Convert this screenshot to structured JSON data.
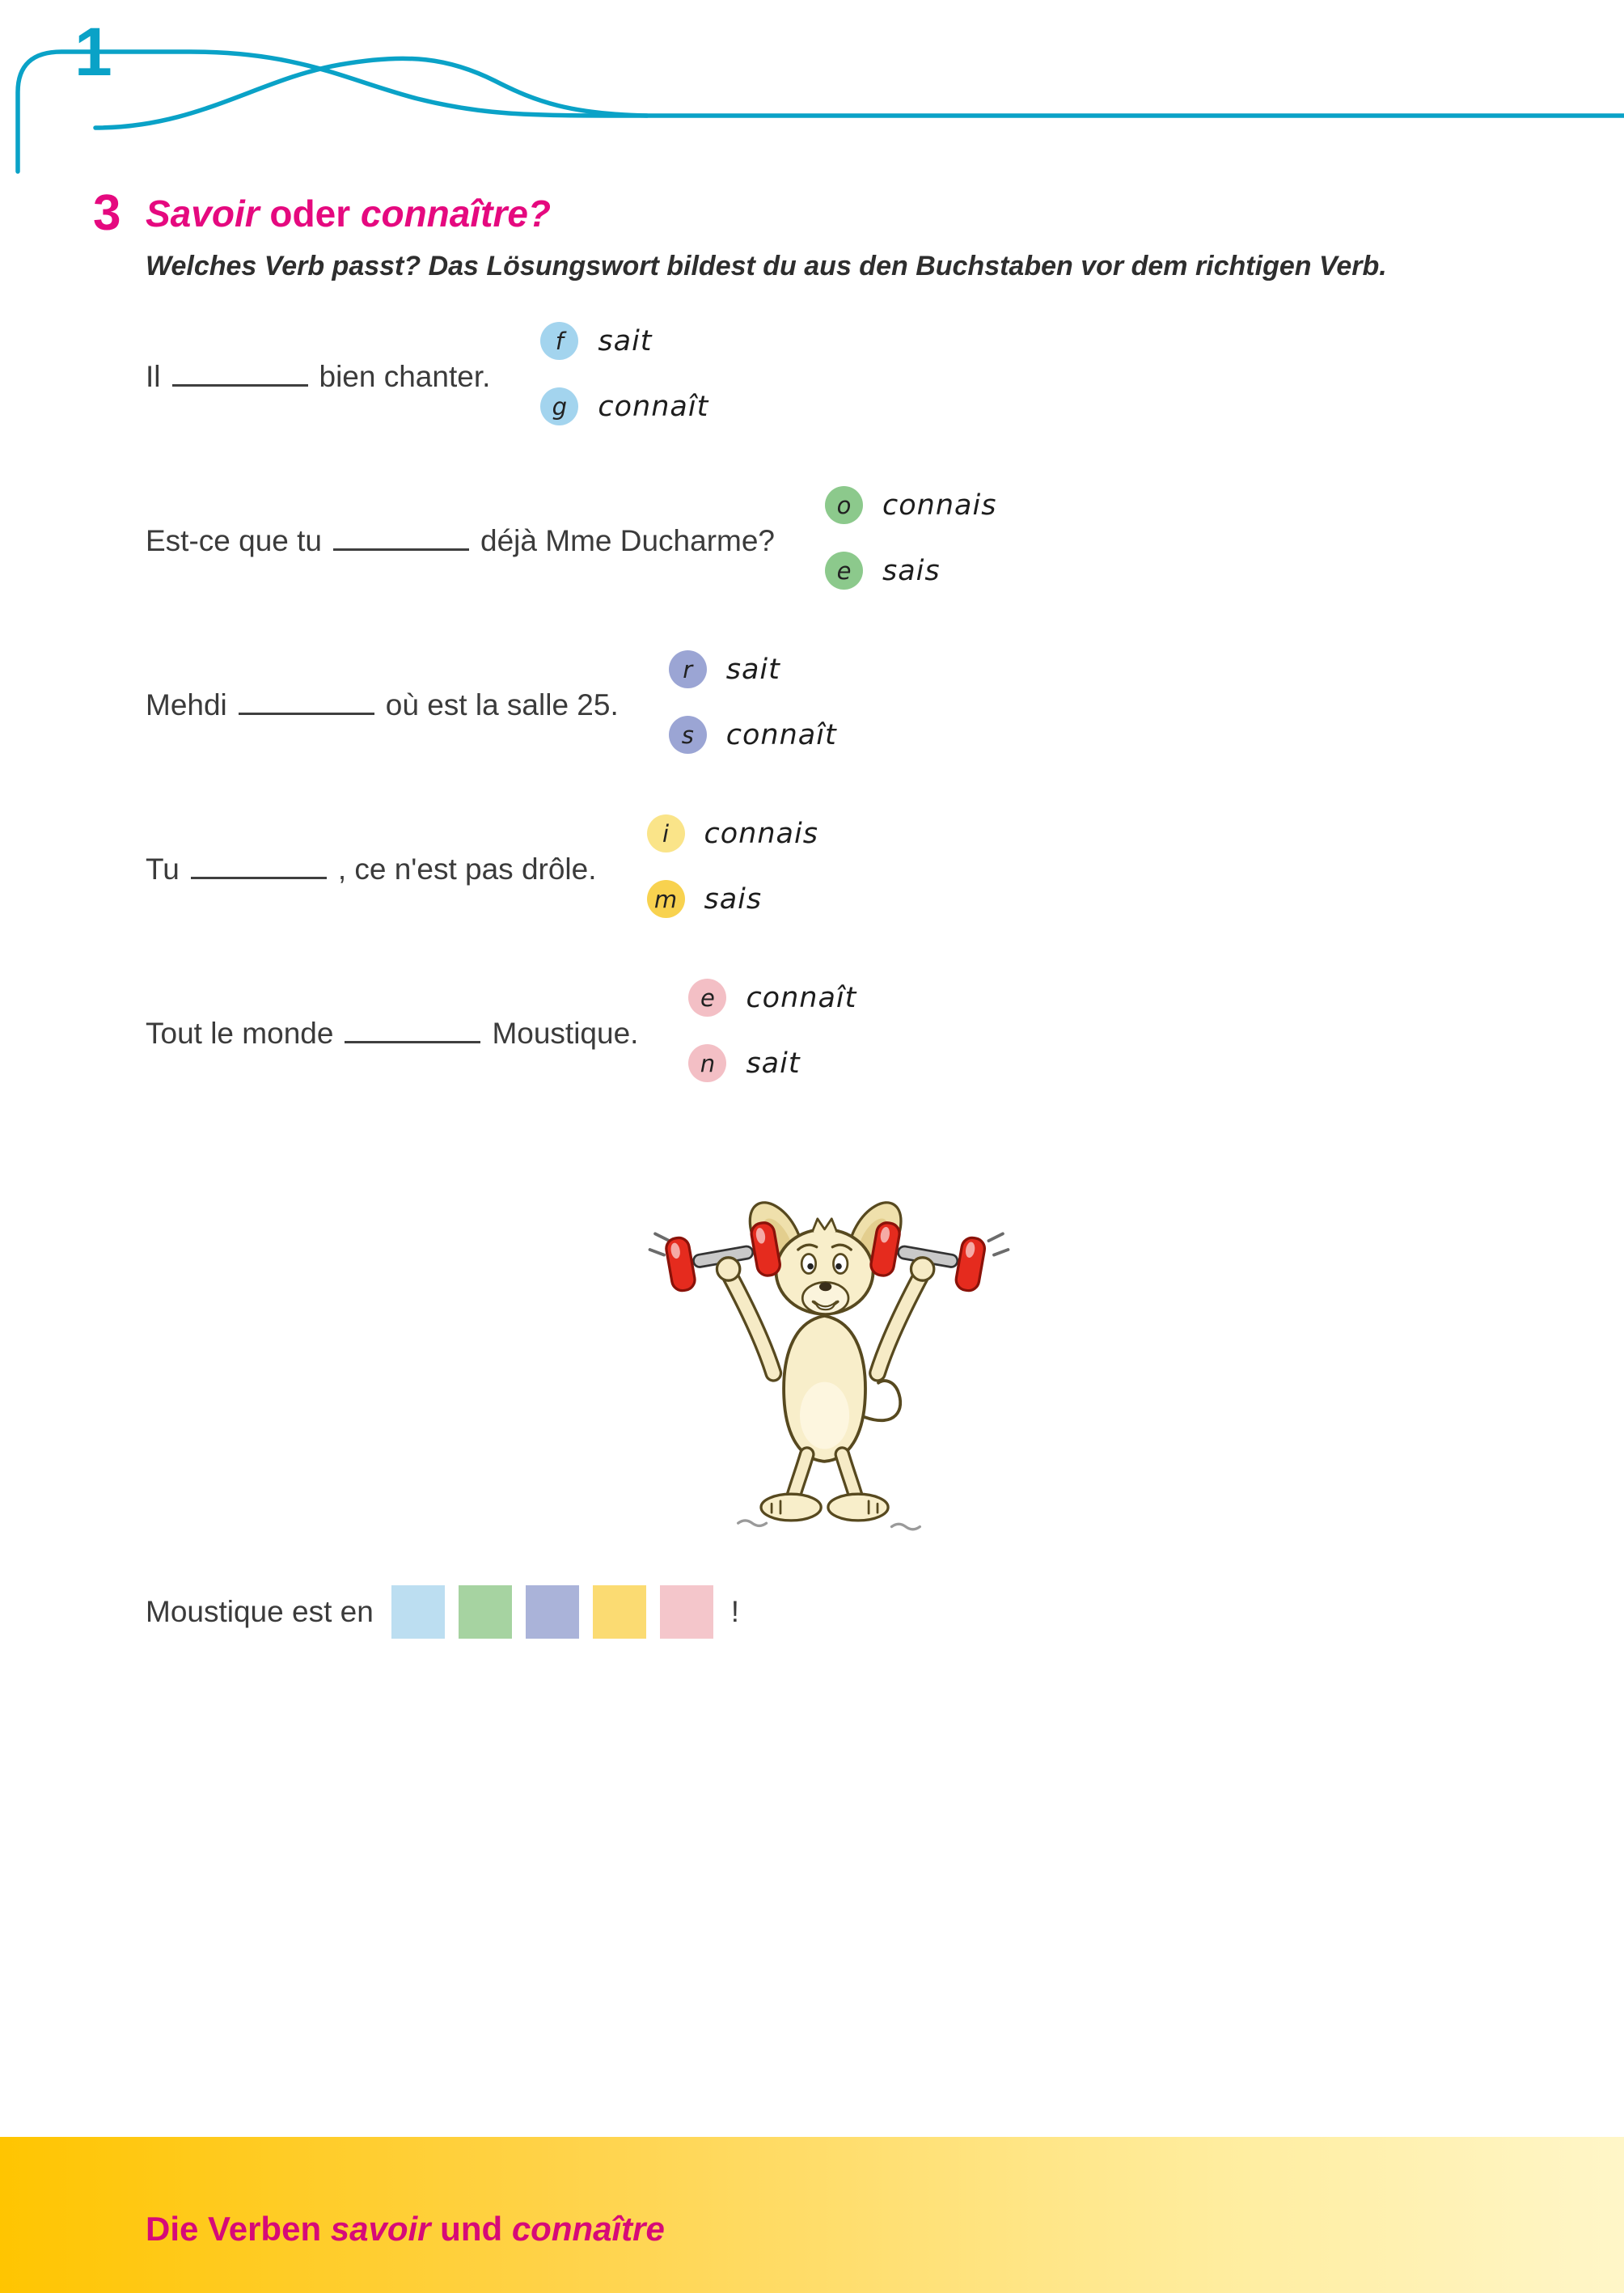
{
  "unit": {
    "number": "1"
  },
  "exercise": {
    "number": "3",
    "title_lead": "Savoir",
    "title_mid": " oder ",
    "title_tail": "connaître?",
    "instruction": "Welches Verb passt? Das Lösungswort bildest du aus den Buchstaben vor dem richtigen Verb."
  },
  "questions": [
    {
      "pre": "Il",
      "post": "bien chanter.",
      "options": [
        {
          "letter": "f",
          "word": "sait",
          "color": "#a3d4ee"
        },
        {
          "letter": "g",
          "word": "connaît",
          "color": "#a3d4ee"
        }
      ]
    },
    {
      "pre": "Est-ce que tu",
      "post": "déjà Mme Ducharme?",
      "options": [
        {
          "letter": "o",
          "word": "connais",
          "color": "#8cc98c"
        },
        {
          "letter": "e",
          "word": "sais",
          "color": "#8cc98c"
        }
      ]
    },
    {
      "pre": "Mehdi",
      "post": "où est la salle 25.",
      "options": [
        {
          "letter": "r",
          "word": "sait",
          "color": "#9ba5d4"
        },
        {
          "letter": "s",
          "word": "connaît",
          "color": "#9ba5d4"
        }
      ]
    },
    {
      "pre": "Tu",
      "post": ", ce n'est pas drôle.",
      "options": [
        {
          "letter": "i",
          "word": "connais",
          "color": "#fae489"
        },
        {
          "letter": "m",
          "word": "sais",
          "color": "#f8d24f"
        }
      ]
    },
    {
      "pre": "Tout le monde",
      "post": "Moustique.",
      "options": [
        {
          "letter": "e",
          "word": "connaît",
          "color": "#f3bfc5"
        },
        {
          "letter": "n",
          "word": "sait",
          "color": "#f3bfc5"
        }
      ]
    }
  ],
  "solution": {
    "pre": "Moustique est en",
    "post": "!",
    "boxes": [
      "#bcdef1",
      "#a6d3a1",
      "#aab3d9",
      "#fbdb72",
      "#f4c6cb"
    ]
  },
  "footer": {
    "lead": "Die Verben ",
    "italic1": "savoir",
    "mid": " und ",
    "italic2": "connaître"
  },
  "colors": {
    "accent_teal": "#0aa2c7",
    "accent_pink": "#e5097f",
    "text": "#3b3b3b",
    "footer_gradient_start": "#ffc501",
    "footer_gradient_end": "#fff6c8"
  }
}
